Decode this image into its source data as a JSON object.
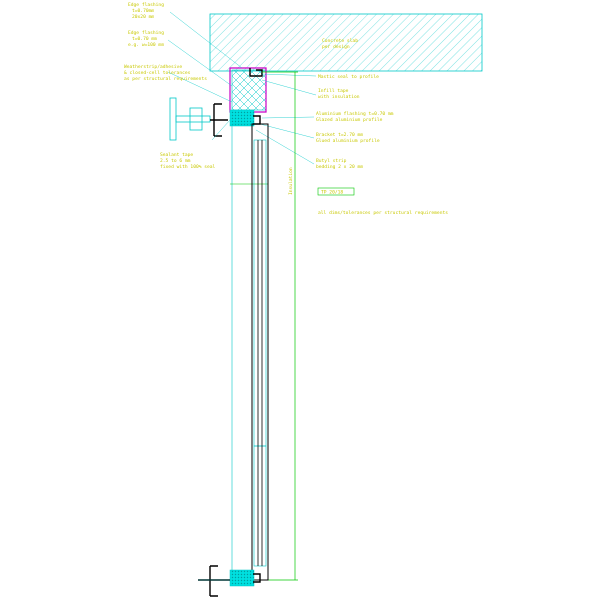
{
  "drawing": {
    "labels": {
      "edge_flashing_1": [
        "Edge flashing",
        "t=0.70mm",
        "20x20 mm"
      ],
      "edge_flashing_2": [
        "Edge flashing",
        "t=0.70 mm",
        "e.g. w=100 mm"
      ],
      "weatherstrip": [
        "Weatherstrip/adhesive",
        "& closed-cell tolerances",
        "as per structural requirements"
      ],
      "sealant": [
        "Sealant tape",
        "2.5 to 6 mm",
        "fixed with 100% seal"
      ],
      "concrete": [
        "Concrete slab",
        "per design"
      ],
      "mastic": "Mastic seal to profile",
      "insulation": [
        "Infill tape",
        "with insulation"
      ],
      "aluminium_flashing": [
        "Aluminium flashing t=0.70 mm",
        "Glazed aluminium profile"
      ],
      "bracket": [
        "Bracket t=2.70 mm",
        "Glued aluminium profile"
      ],
      "butyl": [
        "Butyl strip",
        "bedding 2 x 20 mm"
      ],
      "dimension": "Insulation",
      "legend_box": "TP 20/18",
      "note": "all dims/tolerances per structural requirements"
    },
    "colors": {
      "line": "#00c8c8",
      "dim": "#00c800",
      "label": "#c8c800",
      "profile": "#c800c8",
      "black": "#000000"
    }
  }
}
